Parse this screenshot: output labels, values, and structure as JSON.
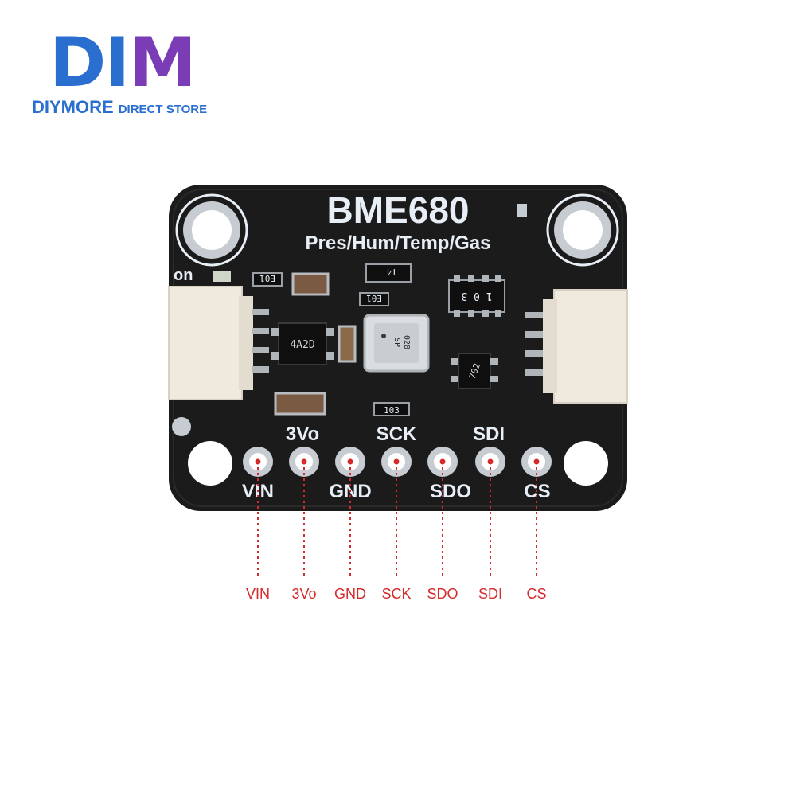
{
  "brand": {
    "mark_d": "D",
    "mark_i": "I",
    "mark_m": "M",
    "name": "DIYMORE",
    "subtitle": "DIRECT STORE"
  },
  "board": {
    "title": "BME680",
    "subtitle": "Pres/Hum/Temp/Gas",
    "led_label": "on",
    "chip_label_1": "E01",
    "chip_label_2": "E01",
    "chip_label_3": "T4",
    "chip_label_4": "4A2D",
    "chip_label_5": "103",
    "chip_label_6": "1 0 3",
    "chip_label_7": "702",
    "sensor_label_1": "028",
    "sensor_label_2": "SP",
    "pins_top": [
      "3Vo",
      "SCK",
      "SDI"
    ],
    "pins_bottom": [
      "VIN",
      "GND",
      "SDO",
      "CS"
    ]
  },
  "pin_labels": [
    "VIN",
    "3Vo",
    "GND",
    "SCK",
    "SDO",
    "SDI",
    "CS"
  ],
  "colors": {
    "pcb": "#1b1b1b",
    "silk": "#e8eef5",
    "pad": "#c7ccd2",
    "connector": "#efe9de",
    "leader": "#d42a2a",
    "brand_blue": "#2a6fd0",
    "brand_purple": "#7b3db5"
  }
}
